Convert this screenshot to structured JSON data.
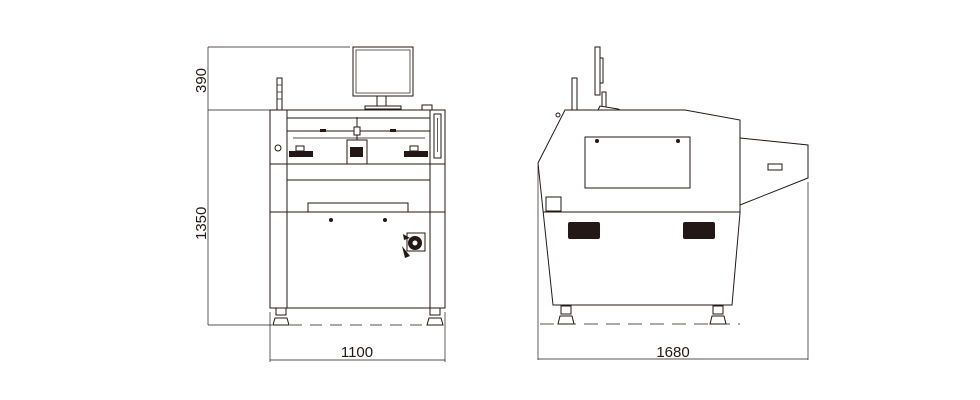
{
  "dimensions": {
    "front_monitor_height": "390",
    "front_body_height": "1350",
    "front_width": "1100",
    "side_depth": "1680"
  },
  "views": [
    "front-view",
    "side-view"
  ],
  "colors": {
    "line": "#231815",
    "background": "#ffffff"
  }
}
